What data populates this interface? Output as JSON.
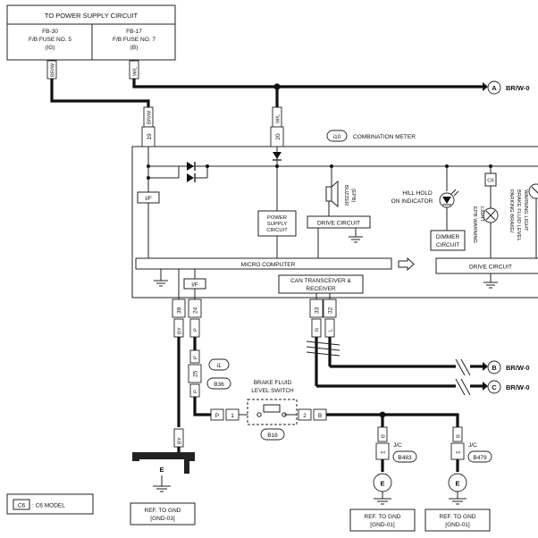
{
  "power_supply": {
    "title": "TO POWER SUPPLY CIRCUIT",
    "left_line1": "FB-30",
    "left_line2": "F/B FUSE NO. 5",
    "left_line3": "(IG)",
    "right_line1": "FB-17",
    "right_line2": "F/B FUSE NO. 7",
    "right_line3": "(B)"
  },
  "wire_colors": {
    "br_w": "BR/W",
    "w_l": "W/L",
    "b_y": "BY",
    "p": "P",
    "r": "R",
    "l": "L",
    "b": "B"
  },
  "terminals": {
    "t19": "19",
    "t20": "20",
    "t39": "39",
    "t24": "24",
    "t33": "33",
    "t32": "32",
    "t25": "25",
    "t1": "1",
    "t2": "2",
    "t1a": "1",
    "t1b": "1"
  },
  "connectors": {
    "a_label": "A",
    "a_wire": "BR/W-0",
    "b_label": "B",
    "b_wire": "BR/W-0",
    "c_label": "C",
    "c_wire": "BR/W-0"
  },
  "meter": {
    "code": "i10",
    "title": "COMBINATION METER",
    "if_left": "I/F",
    "if_bottom": "I/F",
    "power_supply_circuit_1": "POWER",
    "power_supply_circuit_2": "SUPPLY",
    "power_supply_circuit_3": "CIRCUIT",
    "buzzer_1": "BUZZER",
    "buzzer_2": "(EPB)",
    "drive_circuit": "DRIVE CIRCUIT",
    "hill_hold_1": "HILL HOLD",
    "hill_hold_2": "ON INDICATOR",
    "dimmer_1": "DIMMER",
    "dimmer_2": "CIRCUIT",
    "c6_tag": "C6",
    "epb_warn_1": "EPB WARNING",
    "epb_warn_2": "LIGHT",
    "park_1": "PARKING BRAKE/",
    "park_2": "BRAKE FLUID LEVEL",
    "park_3": "WARNING LIGHT",
    "drive_circuit_2": "DRIVE CIRCUIT",
    "micro_computer": "MICRO COMPUTER",
    "can_1": "CAN TRANSCEIVER &",
    "can_2": "RECEIVER"
  },
  "brake_switch": {
    "title_1": "BRAKE FLUID",
    "title_2": "LEVEL SWITCH",
    "code": "B16",
    "i1": "i1",
    "b36": "B36"
  },
  "grounds": {
    "e": "E",
    "gnd03_1": "REF. TO GND",
    "gnd03_2": "[GND-03]",
    "jc1_a": "J/C",
    "jc1_code": "B483",
    "gnd01a_1": "REF. TO GND",
    "gnd01a_2": "[GND-01]",
    "jc2_a": "J/C",
    "jc2_code": "B479",
    "gnd01b_1": "REF. TO GND",
    "gnd01b_2": "[GND-01]"
  },
  "legend": {
    "tag": "C6",
    "text": ": C6 MODEL"
  }
}
